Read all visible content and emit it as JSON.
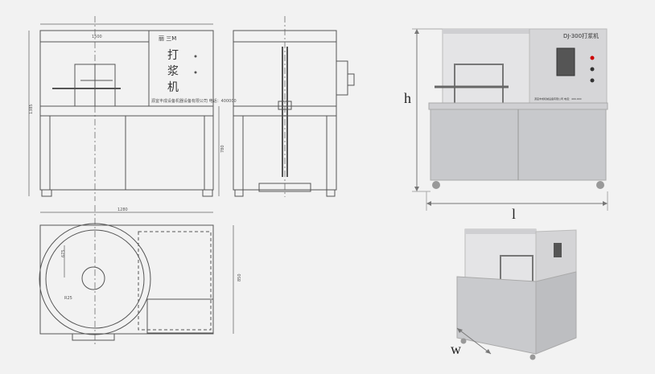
{
  "drawing": {
    "front_view": {
      "panel_brand_text": "丽 三M",
      "panel_title": "打浆机",
      "panel_footer": "源宜丰成设备机器设备有限公司 电话：400000",
      "dim_width_top": "1500",
      "dim_height_left": "1385",
      "dim_table_height": "780"
    },
    "plan_view": {
      "dim_width": "1280",
      "dim_depth": "850",
      "dim_inner": "675",
      "dim_radius": "R25"
    }
  },
  "photos": {
    "machine_label": "DJ-300打浆机",
    "machine_footer": "源宜丰成机械设备有限公司 电话：400-000",
    "label_height": "h",
    "label_length": "l",
    "label_width": "w"
  },
  "colors": {
    "line": "#555555",
    "steel_light": "#d9d9db",
    "steel_mid": "#b9bbbe",
    "background": "#f2f2f2"
  }
}
